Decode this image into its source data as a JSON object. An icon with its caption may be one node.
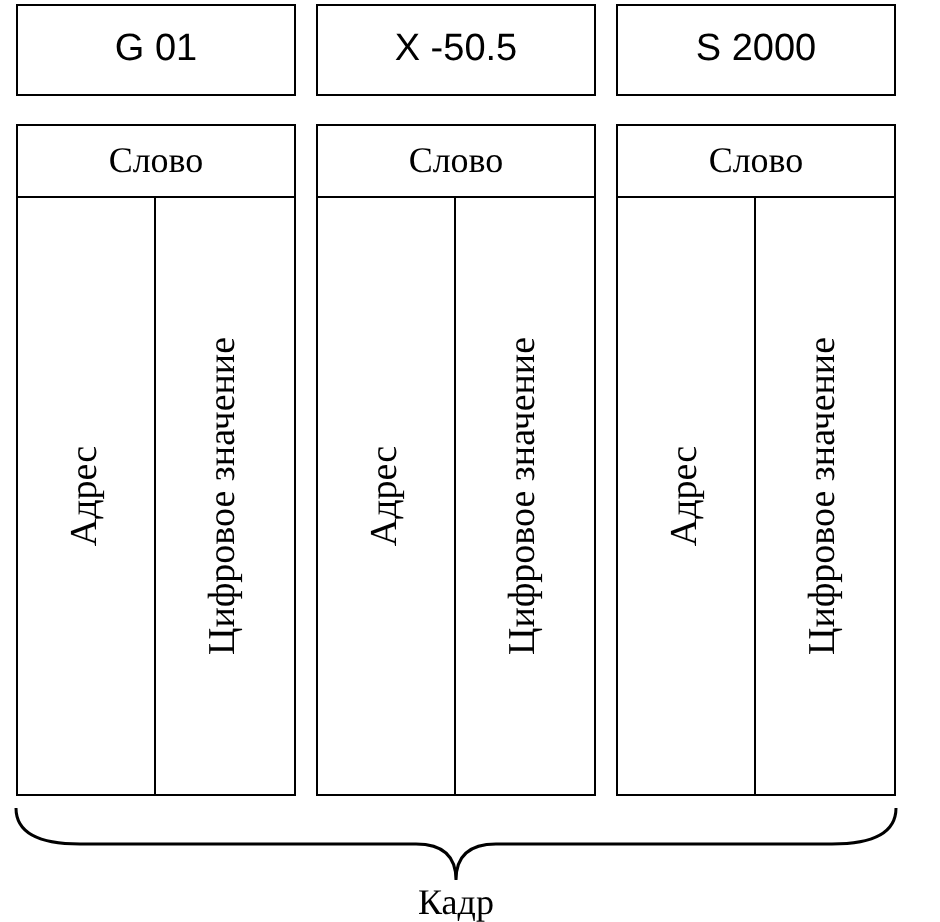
{
  "diagram": {
    "nodes": [
      {
        "text": [
          "G 01"
        ]
      },
      {
        "text": [
          "X -50.5"
        ]
      },
      {
        "text": [
          "S 2000"
        ]
      },
      {
        "text": [
          "Слово"
        ]
      },
      {
        "text": [
          "Адрес"
        ],
        "in": 3
      },
      {
        "text": [
          "Цифровое значение"
        ],
        "in": 3
      },
      {
        "text": [
          "Слово"
        ]
      },
      {
        "text": [
          "Адрес"
        ],
        "in": 6
      },
      {
        "text": [
          "Цифровое значение"
        ],
        "in": 6
      },
      {
        "text": [
          "Слово"
        ]
      },
      {
        "text": [
          "Адрес"
        ],
        "in": 9
      },
      {
        "text": [
          "Цифровое значение"
        ],
        "in": 9
      }
    ],
    "edges": [],
    "labels": [
      "Кадр"
    ]
  }
}
